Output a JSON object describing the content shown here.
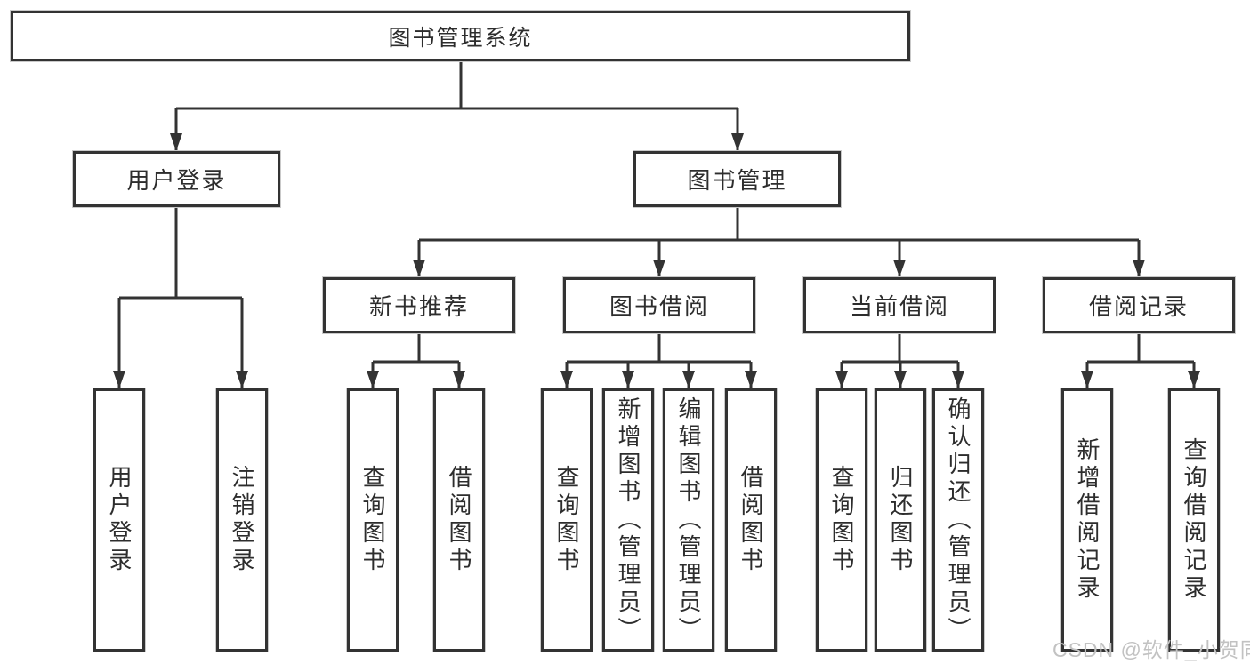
{
  "colors": {
    "line": "#333333",
    "box_border": "#333333",
    "box_fill": "#ffffff",
    "text": "#2d2d2d",
    "watermark": "#c2c2c2",
    "background": "#ffffff"
  },
  "tree": {
    "root": "图书管理系统",
    "branches": [
      {
        "label": "用户登录",
        "children": [
          "用户登录",
          "注销登录"
        ]
      },
      {
        "label": "图书管理",
        "sections": [
          {
            "label": "新书推荐",
            "children": [
              "查询图书",
              "借阅图书"
            ]
          },
          {
            "label": "图书借阅",
            "children": [
              "查询图书",
              "新增图书（管理员）",
              "编辑图书（管理员）",
              "借阅图书"
            ]
          },
          {
            "label": "当前借阅",
            "children": [
              "查询图书",
              "归还图书",
              "确认归还（管理员）"
            ]
          },
          {
            "label": "借阅记录",
            "children": [
              "新增借阅记录",
              "查询借阅记录"
            ]
          }
        ]
      }
    ]
  },
  "watermark": "CSDN @软件_小贺同学"
}
